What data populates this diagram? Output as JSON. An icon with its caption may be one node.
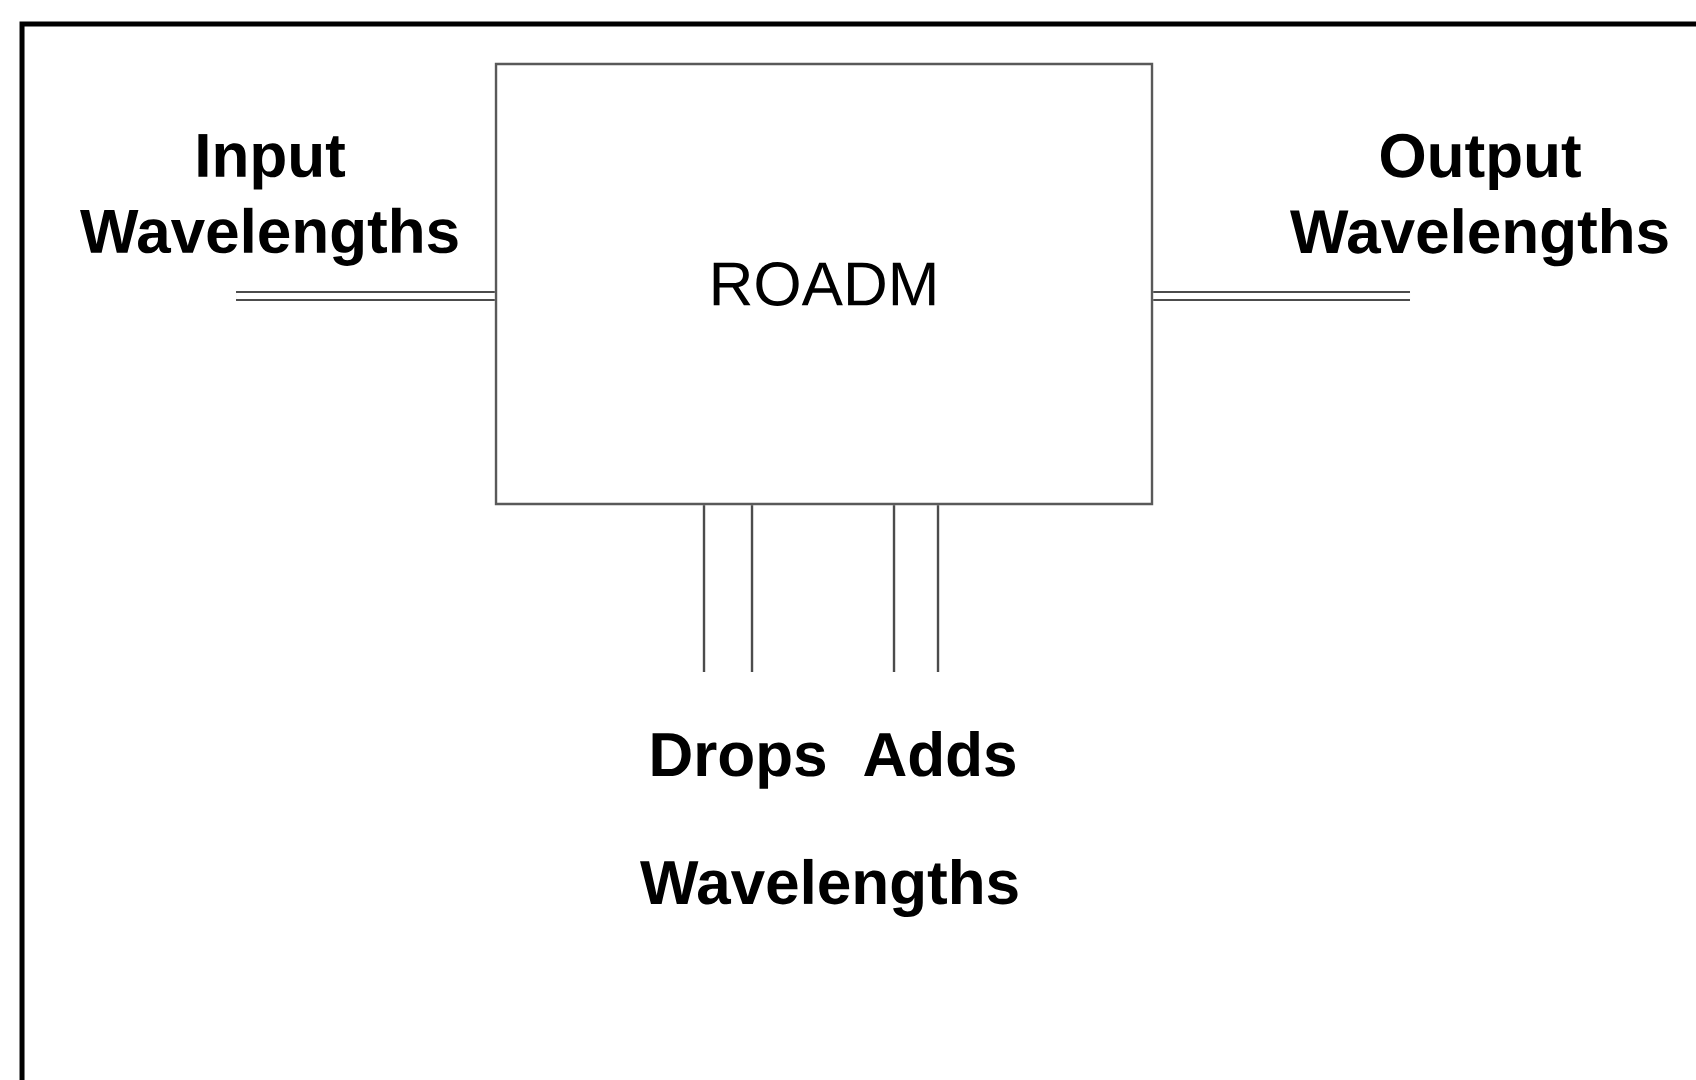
{
  "diagram": {
    "nodes": [
      {
        "text": [
          "ROADM"
        ]
      },
      {
        "text": [
          "Input Wavelengths"
        ]
      },
      {
        "text": [
          "Output Wavelengths"
        ]
      },
      {
        "text": [
          "Drops"
        ]
      },
      {
        "text": [
          "Adds"
        ]
      }
    ],
    "edges": [
      {
        "from": 1,
        "to": 0,
        "arrow": "none",
        "style": "thick"
      },
      {
        "from": 0,
        "to": 2,
        "arrow": "none",
        "style": "thick"
      },
      {
        "from": 0,
        "to": 3,
        "arrow": "none"
      },
      {
        "from": 0,
        "to": 3,
        "arrow": "none"
      },
      {
        "from": 4,
        "to": 0,
        "arrow": "none"
      },
      {
        "from": 4,
        "to": 0,
        "arrow": "none"
      }
    ],
    "labels": [
      "Wavelengths"
    ]
  }
}
